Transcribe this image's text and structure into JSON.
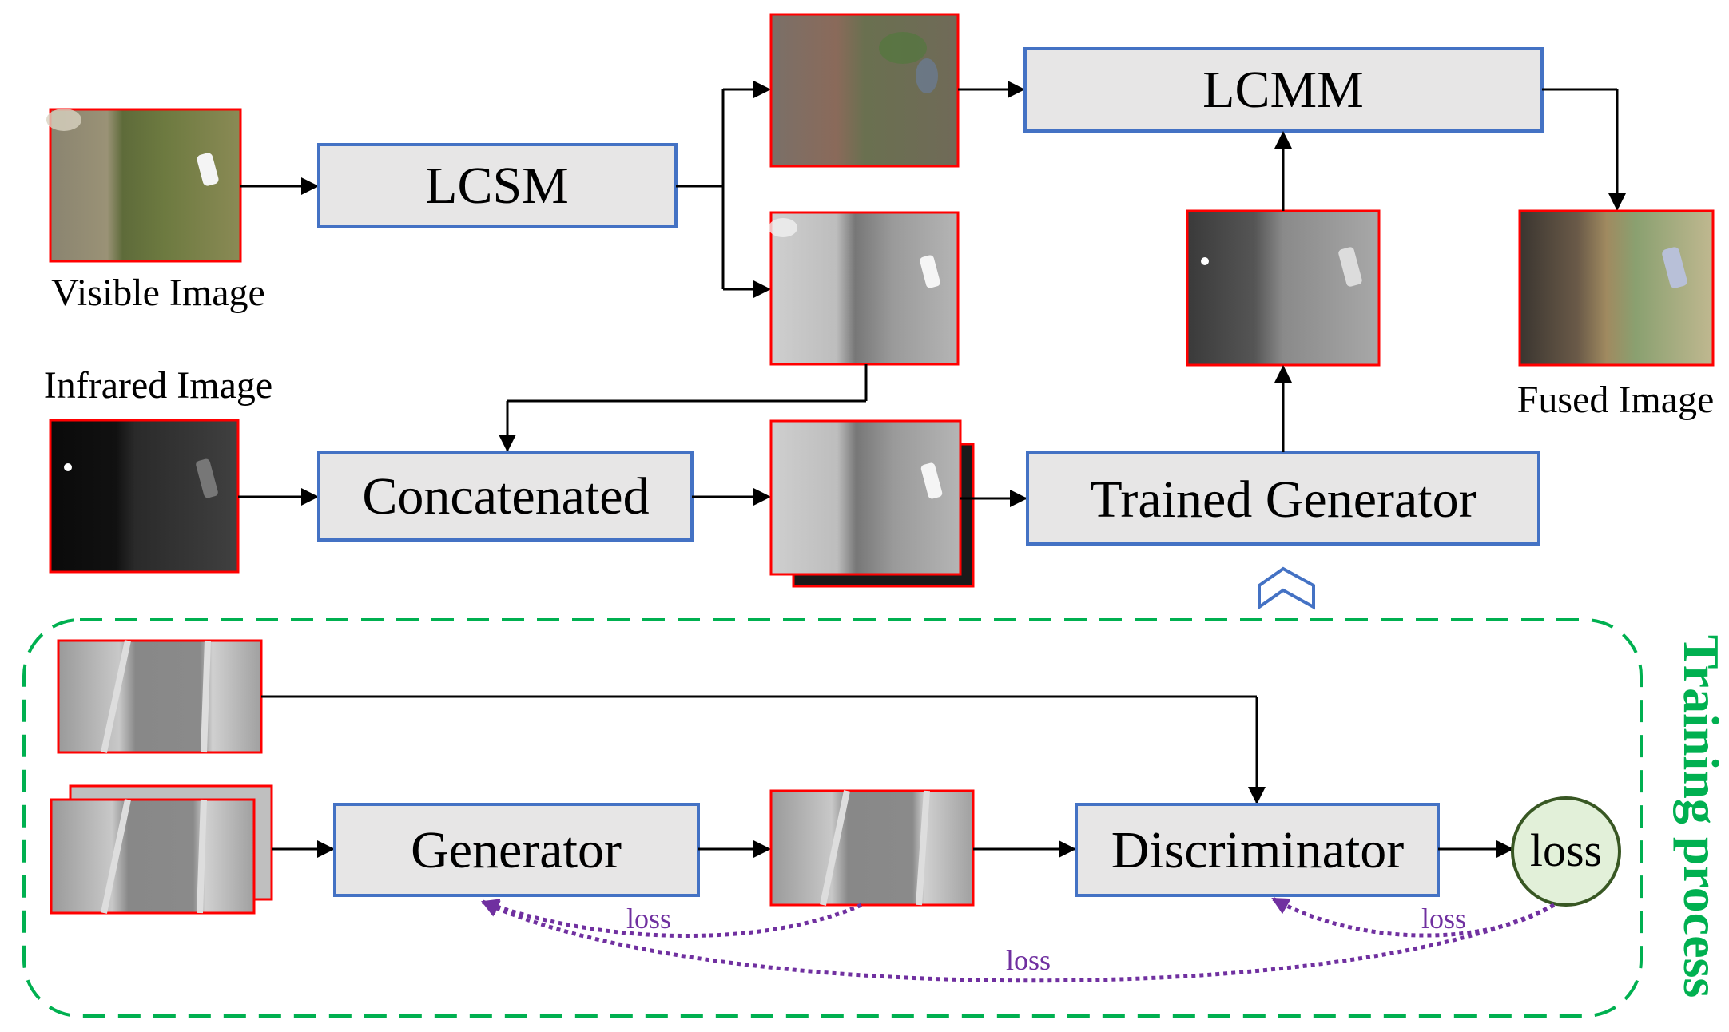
{
  "labels": {
    "visible_image": "Visible Image",
    "infrared_image": "Infrared Image",
    "fused_image": "Fused Image",
    "training_process": "Training process"
  },
  "modules": {
    "lcsm": "LCSM",
    "lcmm": "LCMM",
    "concatenated": "Concatenated",
    "trained_generator": "Trained Generator",
    "generator": "Generator",
    "discriminator": "Discriminator",
    "loss_node": "loss"
  },
  "loss_labels": {
    "generator_output_loss": "loss",
    "discriminator_loss": "loss",
    "generator_loss": "loss"
  },
  "colors": {
    "module_border": "#4472c4",
    "module_fill": "#e7e6e6",
    "image_border": "#ff0000",
    "training_frame": "#00b050",
    "loss_arrow": "#7030a0",
    "loss_node_fill": "#e2f0d9",
    "loss_node_border": "#385723",
    "arrow": "#000000"
  }
}
